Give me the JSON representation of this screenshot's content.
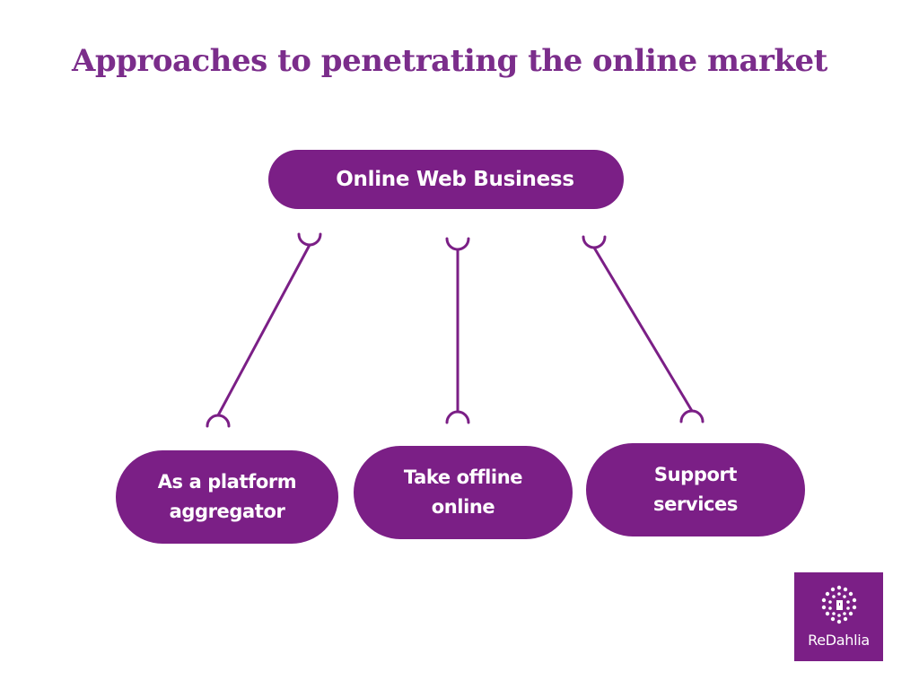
{
  "title": "Approaches to penetrating the online market",
  "diagram": {
    "root": {
      "label": "Online Web Business"
    },
    "children": [
      {
        "lines": [
          "As a platform",
          "aggregator"
        ]
      },
      {
        "lines": [
          "Take offline",
          "online"
        ]
      },
      {
        "lines": [
          "Support",
          "services"
        ]
      }
    ]
  },
  "logo": {
    "text": "ReDahlia",
    "icon": "dahlia-flower-icon"
  },
  "colors": {
    "accent": "#7b1f86",
    "title": "#7b2d8b",
    "background": "#ffffff",
    "text_on_accent": "#ffffff"
  }
}
